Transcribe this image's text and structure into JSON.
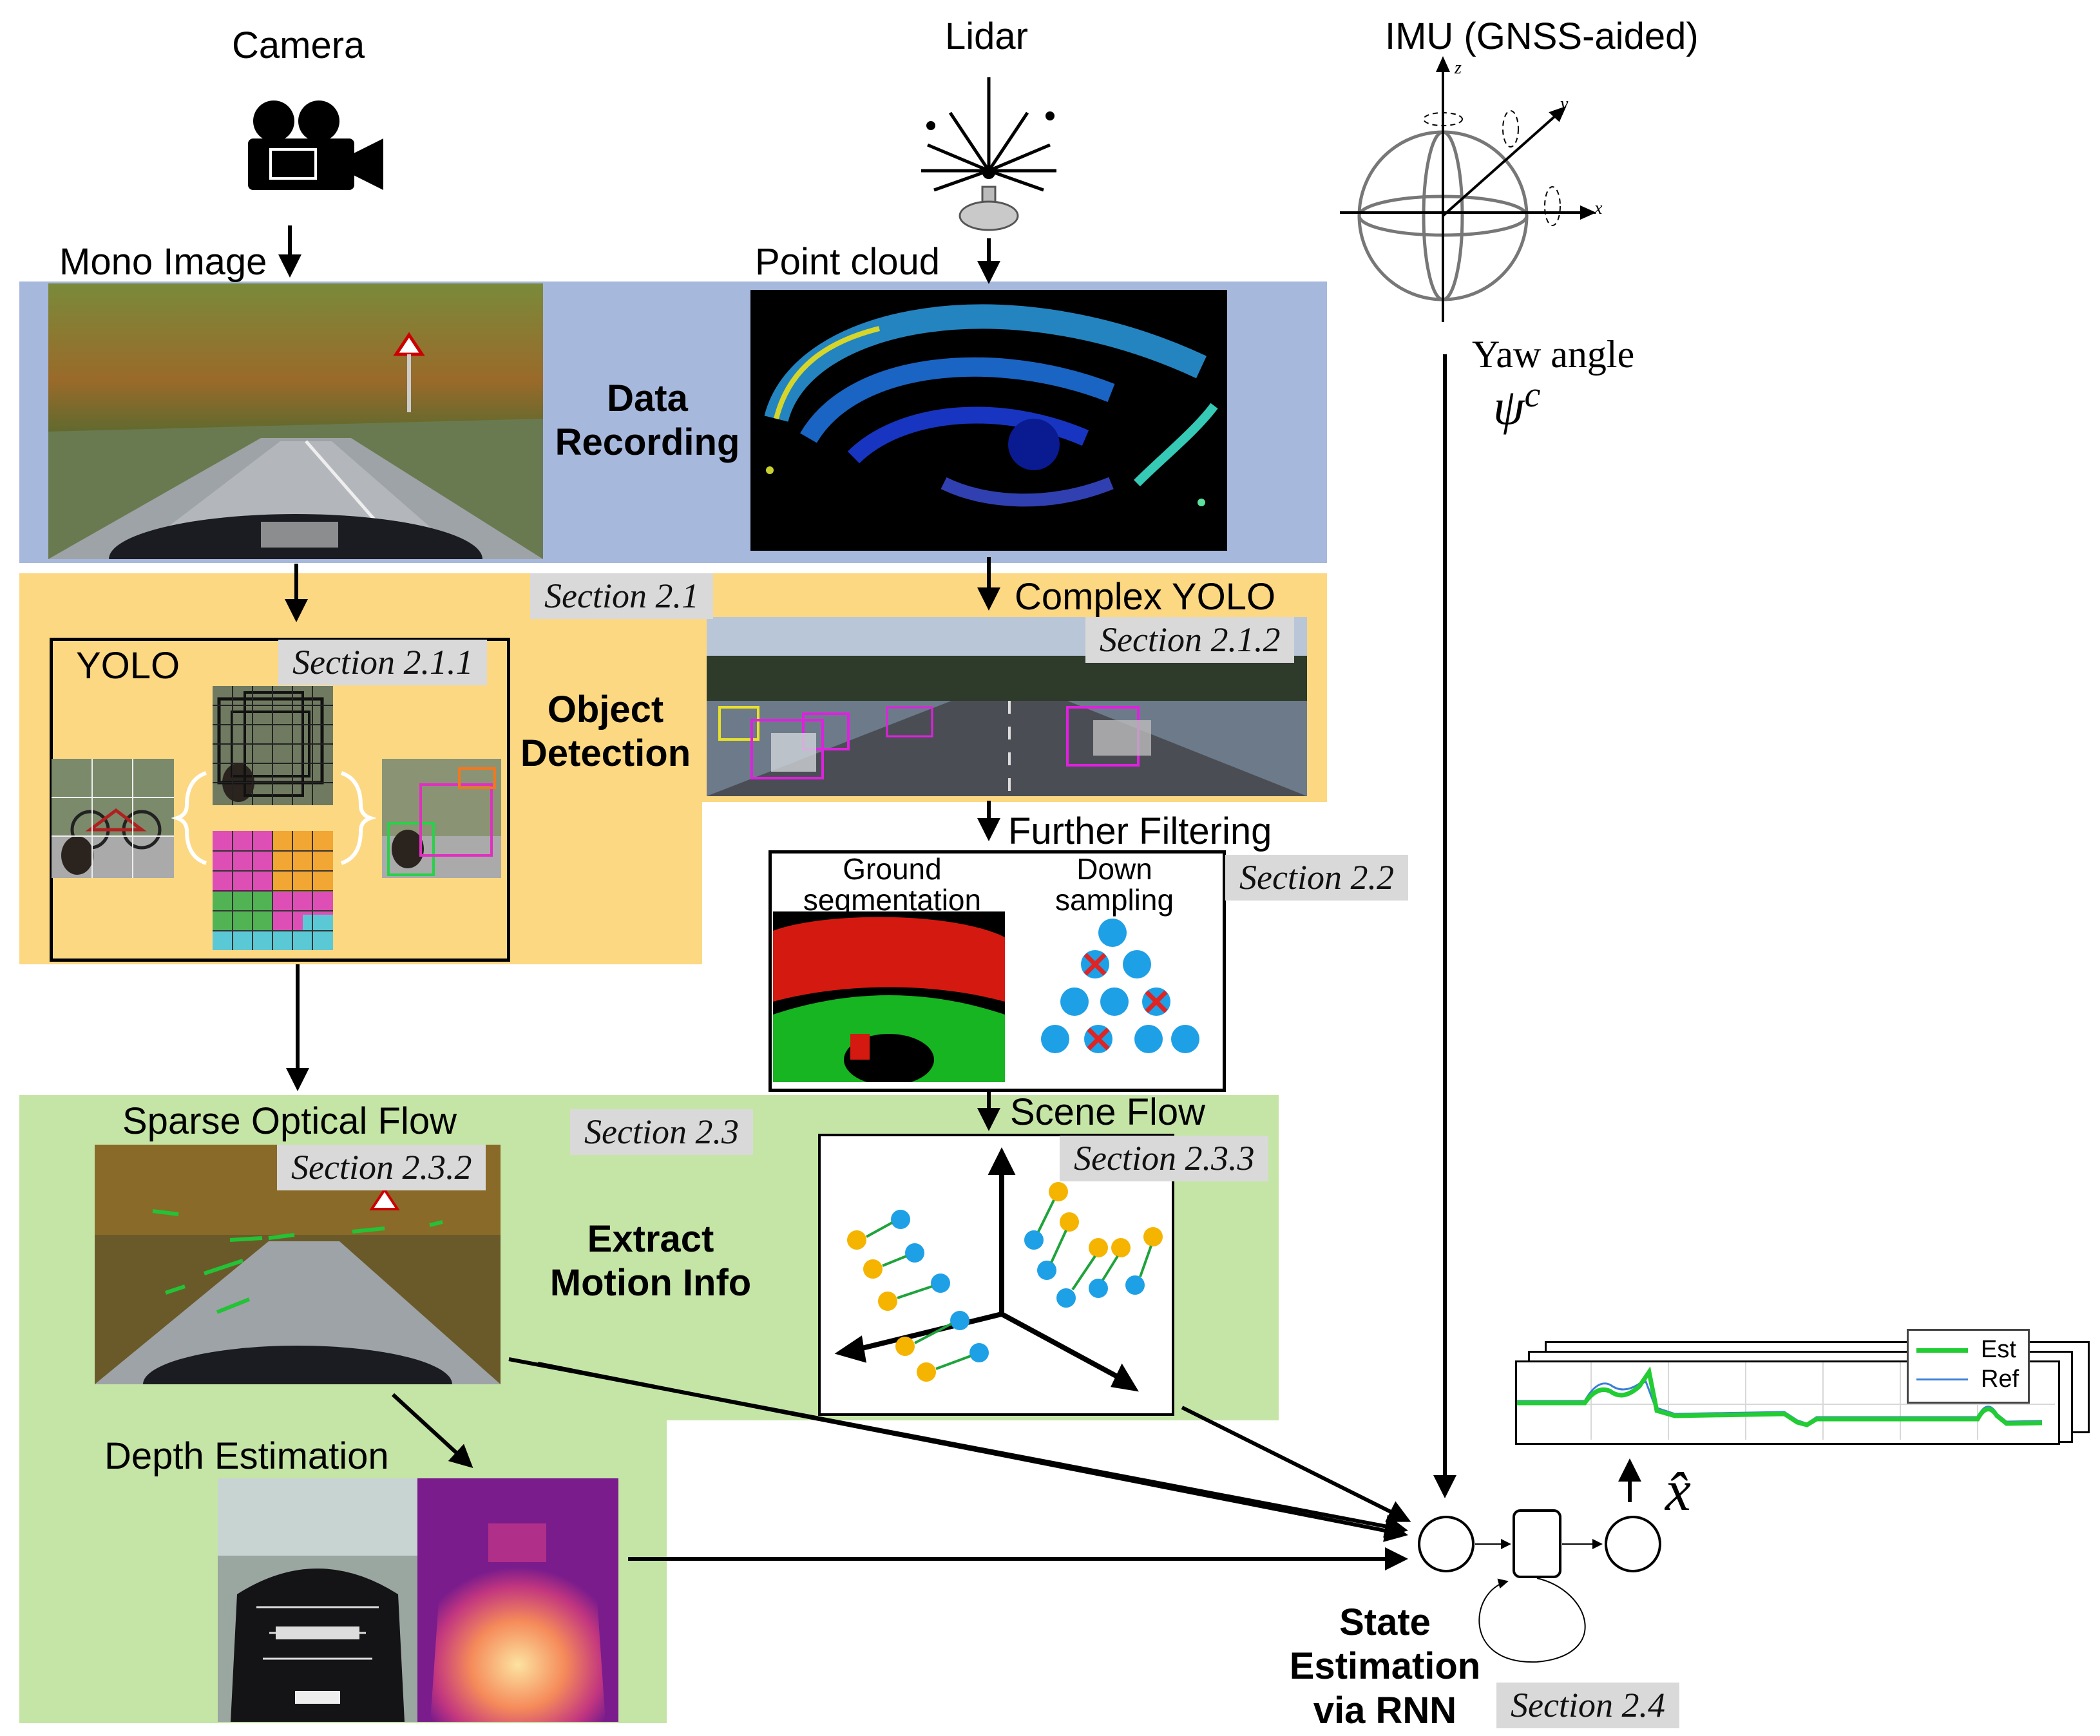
{
  "sensors": {
    "camera": "Camera",
    "lidar": "Lidar",
    "imu": "IMU (GNSS-aided)",
    "imu_axes": {
      "x": "x",
      "y": "y",
      "z": "z"
    }
  },
  "inputs": {
    "mono_image": "Mono Image",
    "point_cloud": "Point cloud",
    "yaw_angle": "Yaw angle",
    "yaw_symbol": "ψ",
    "yaw_superscript": "c"
  },
  "stages": {
    "data_recording": {
      "line1": "Data",
      "line2": "Recording"
    },
    "object_detection": {
      "line1": "Object",
      "line2": "Detection",
      "section": "Section 2.1"
    },
    "yolo": {
      "label": "YOLO",
      "section": "Section 2.1.1"
    },
    "complex_yolo": {
      "label": "Complex YOLO",
      "section": "Section 2.1.2"
    },
    "further_filtering": {
      "label": "Further Filtering",
      "section": "Section 2.2",
      "ground_segmentation": {
        "line1": "Ground",
        "line2": "segmentation"
      },
      "down_sampling": {
        "line1": "Down",
        "line2": "sampling"
      }
    },
    "motion_info": {
      "line1": "Extract",
      "line2": "Motion Info",
      "section": "Section 2.3"
    },
    "sparse_optical_flow": {
      "label": "Sparse Optical Flow",
      "section": "Section 2.3.2"
    },
    "scene_flow": {
      "label": "Scene Flow",
      "section": "Section 2.3.3"
    },
    "depth_estimation": {
      "label": "Depth Estimation"
    },
    "state_estimation": {
      "line1": "State",
      "line2": "Estimation",
      "line3": "via RNN",
      "section": "Section 2.4"
    }
  },
  "output": {
    "symbol": "x̂",
    "legend": [
      {
        "name": "Est",
        "color": "#22cc33"
      },
      {
        "name": "Ref",
        "color": "#3a7fd5"
      }
    ]
  },
  "colors": {
    "blue_band": "#a7b8dd",
    "yellow_band": "#fcd882",
    "green_band": "#c5e5a6",
    "section_tag": "#d9d9d9"
  }
}
